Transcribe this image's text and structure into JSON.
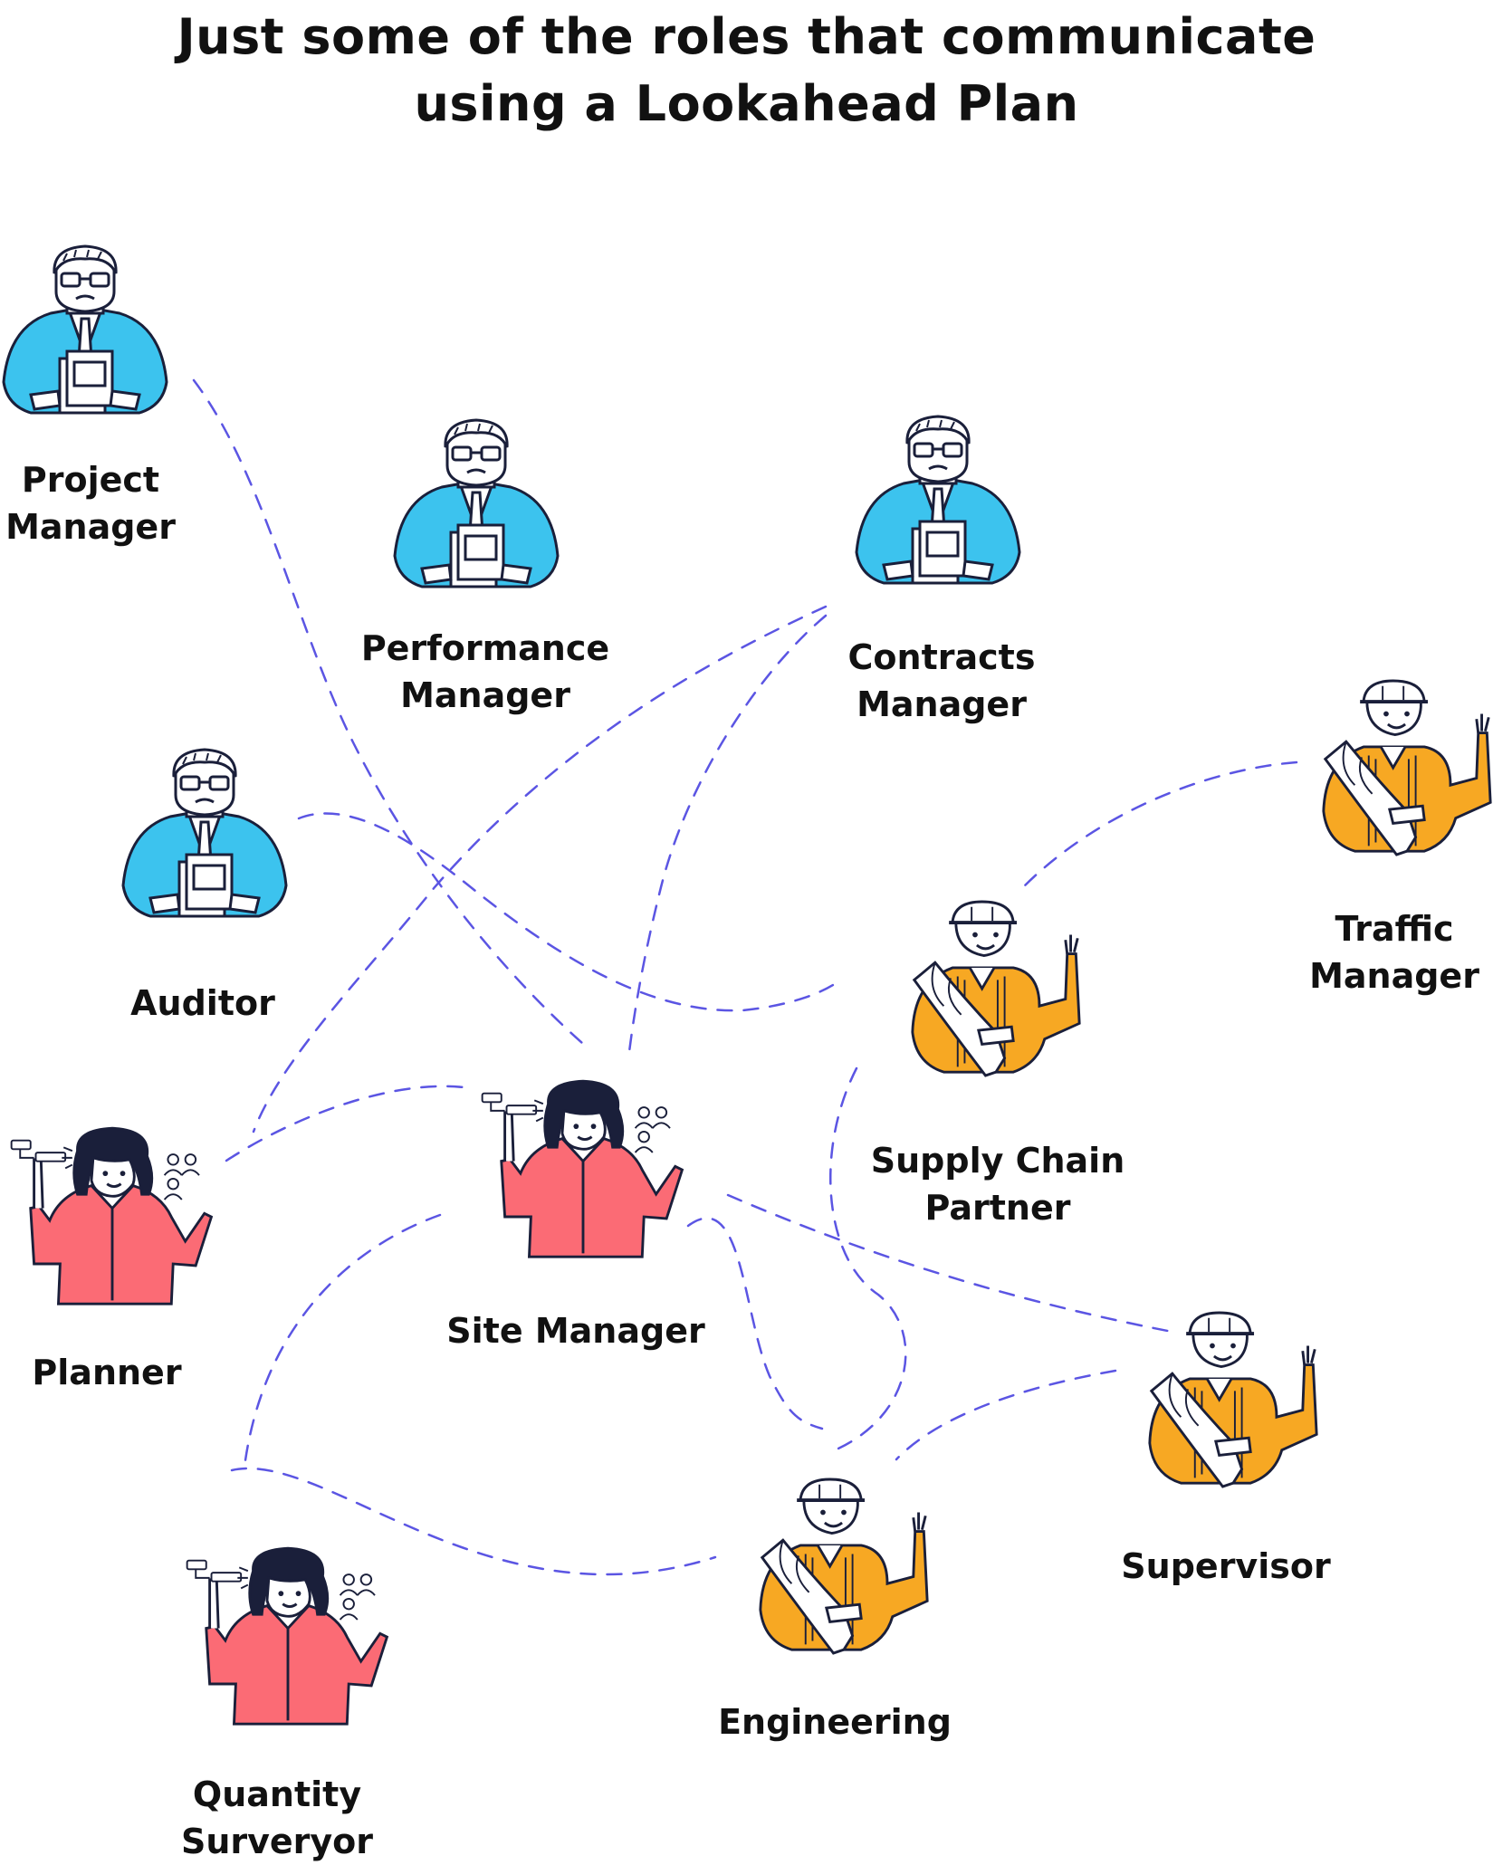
{
  "title": {
    "line1": "Just some of the roles that communicate",
    "line2": "using a Lookahead Plan"
  },
  "roles": [
    {
      "id": "project-manager",
      "figure": "manager",
      "lines": [
        "Project",
        "Manager"
      ]
    },
    {
      "id": "performance-manager",
      "figure": "manager",
      "lines": [
        "Performance",
        "Manager"
      ]
    },
    {
      "id": "contracts-manager",
      "figure": "manager",
      "lines": [
        "Contracts",
        "Manager"
      ]
    },
    {
      "id": "auditor",
      "figure": "manager",
      "lines": [
        "Auditor"
      ]
    },
    {
      "id": "traffic-manager",
      "figure": "worker",
      "lines": [
        "Traffic",
        "Manager"
      ]
    },
    {
      "id": "supply-chain-partner",
      "figure": "worker",
      "lines": [
        "Supply Chain",
        "Partner"
      ]
    },
    {
      "id": "site-manager",
      "figure": "planner",
      "lines": [
        "Site Manager"
      ]
    },
    {
      "id": "planner",
      "figure": "planner",
      "lines": [
        "Planner"
      ]
    },
    {
      "id": "supervisor",
      "figure": "worker",
      "lines": [
        "Supervisor"
      ]
    },
    {
      "id": "engineering",
      "figure": "worker",
      "lines": [
        "Engineering"
      ]
    },
    {
      "id": "quantity-surveyor",
      "figure": "planner",
      "lines": [
        "Quantity",
        "Surveryor"
      ]
    }
  ],
  "connections": [
    {
      "from": "project-manager",
      "to": "site-manager"
    },
    {
      "from": "auditor",
      "to": "supply-chain-partner"
    },
    {
      "from": "contracts-manager",
      "to": "planner"
    },
    {
      "from": "contracts-manager",
      "to": "site-manager"
    },
    {
      "from": "traffic-manager",
      "to": "supply-chain-partner"
    },
    {
      "from": "supply-chain-partner",
      "to": "engineering"
    },
    {
      "from": "site-manager",
      "to": "planner"
    },
    {
      "from": "site-manager",
      "to": "supervisor"
    },
    {
      "from": "site-manager",
      "to": "engineering"
    },
    {
      "from": "site-manager",
      "to": "quantity-surveyor"
    },
    {
      "from": "supervisor",
      "to": "engineering"
    },
    {
      "from": "engineering",
      "to": "quantity-surveyor"
    }
  ],
  "colors": {
    "connector": "#5b55e3",
    "manager_suit": "#3cc3ee",
    "worker_vest": "#f7a823",
    "planner_shirt": "#fb6b75",
    "outline": "#1a1f3a",
    "skin": "#ffffff",
    "hair_dark": "#1a1f3a"
  }
}
